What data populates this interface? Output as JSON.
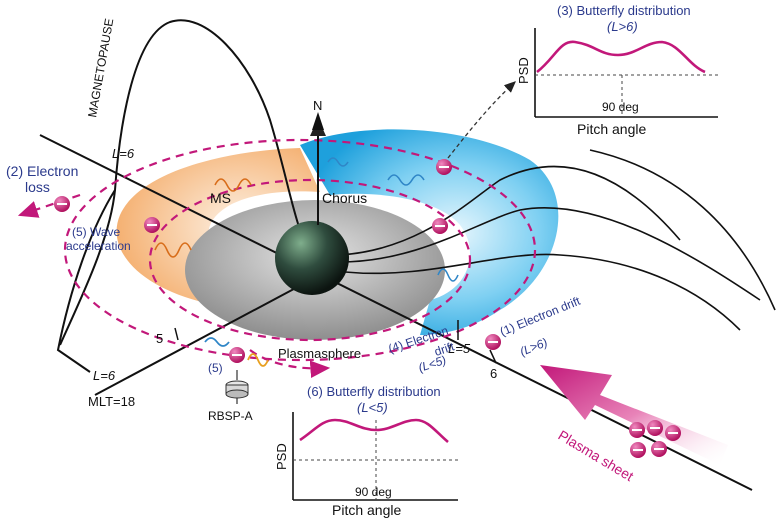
{
  "labels": {
    "magnetopause": "MAGNETOPAUSE",
    "north": "N",
    "chorus": "Chorus",
    "ms": "MS",
    "plasmasphere": "Plasmasphere",
    "l6_top": "L=6",
    "l6_bottom": "L=6",
    "mlt18": "MLT=18",
    "tick5": "5",
    "l5": "L=5",
    "tick6": "6",
    "electron_loss_num": "(2) Electron",
    "electron_loss_word": "loss",
    "wave_accel_1": "(5) Wave",
    "wave_accel_2": "acceleration",
    "drift1_a": "(1) Electron drift",
    "drift1_b": "(L>6)",
    "drift4_a": "(4) Electron",
    "drift4_b": "drift",
    "drift4_c": "(L<5)",
    "step5": "(5)",
    "rbsp": "RBSP-A",
    "plasma_sheet": "Plasma sheet",
    "electron_symbol": "−"
  },
  "inset_top": {
    "title_1": "(3) Butterfly distribution",
    "title_2": "(L>6)",
    "ylabel": "PSD",
    "xlabel": "Pitch angle",
    "tick": "90 deg"
  },
  "inset_bottom": {
    "title_1": "(6) Butterfly distribution",
    "title_2": "(L<5)",
    "ylabel": "PSD",
    "xlabel": "Pitch angle",
    "tick": "90 deg"
  },
  "colors": {
    "pink": "#c2187a",
    "chorus_blue": "#2aa7df",
    "ms_orange": "#f2a766",
    "plasmasphere_gray": "#9a9a9a",
    "label_blue": "#2b3a8c"
  }
}
